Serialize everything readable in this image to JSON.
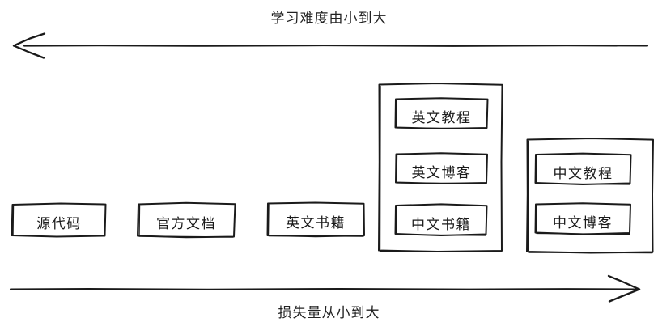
{
  "diagram": {
    "top_axis": {
      "label": "学习难度由小到大",
      "direction": "left",
      "arrow_name": "difficulty-axis-arrow"
    },
    "bottom_axis": {
      "label": "损失量从小到大",
      "direction": "right",
      "arrow_name": "loss-axis-arrow"
    },
    "columns": [
      {
        "id": "col-1",
        "grouped": false,
        "items": [
          {
            "label": "源代码"
          }
        ]
      },
      {
        "id": "col-2",
        "grouped": false,
        "items": [
          {
            "label": "官方文档"
          }
        ]
      },
      {
        "id": "col-3",
        "grouped": false,
        "items": [
          {
            "label": "英文书籍"
          }
        ]
      },
      {
        "id": "col-4",
        "grouped": true,
        "items": [
          {
            "label": "英文教程"
          },
          {
            "label": "英文博客"
          },
          {
            "label": "中文书籍"
          }
        ]
      },
      {
        "id": "col-5",
        "grouped": true,
        "items": [
          {
            "label": "中文教程"
          },
          {
            "label": "中文博客"
          }
        ]
      }
    ],
    "style": {
      "stroke": "#1a1a1a",
      "background": "#ffffff"
    }
  }
}
